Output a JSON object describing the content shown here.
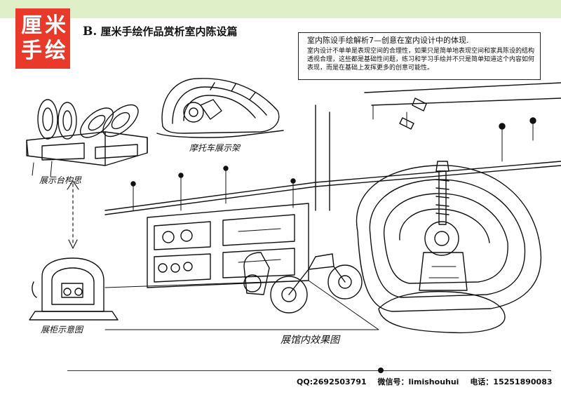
{
  "header": {
    "logo_chars": [
      "厘",
      "米",
      "手",
      "绘"
    ],
    "title_prefix": "B.",
    "title": "厘米手绘作品赏析室内陈设篇"
  },
  "description": {
    "heading": "室内陈设手绘解析7—创意在室内设计中的体现.",
    "body": "室内设计不单单是表现空间的合理性，如果只是简单地表现空间和家具陈设的结构透视合理，这些都是基础性问题，练习和学习手绘并不只是简单知道这个内容如何表现，而是在基础上发挥更多的创意可能性。"
  },
  "sketch_labels": {
    "tire_display_stand": "展示台构思",
    "tire_display_rack": "摩托车展示架",
    "showcase_detail": "展柜示意图",
    "showroom_effect": "展馆内效果图"
  },
  "footer": {
    "qq": "QQ:2692503791",
    "wechat": "微信号：limishouhui",
    "phone": "电话：15251890083"
  },
  "colors": {
    "logo_red": "#e8392b",
    "top_band_green": "#dff0c8",
    "ink": "#111111"
  }
}
